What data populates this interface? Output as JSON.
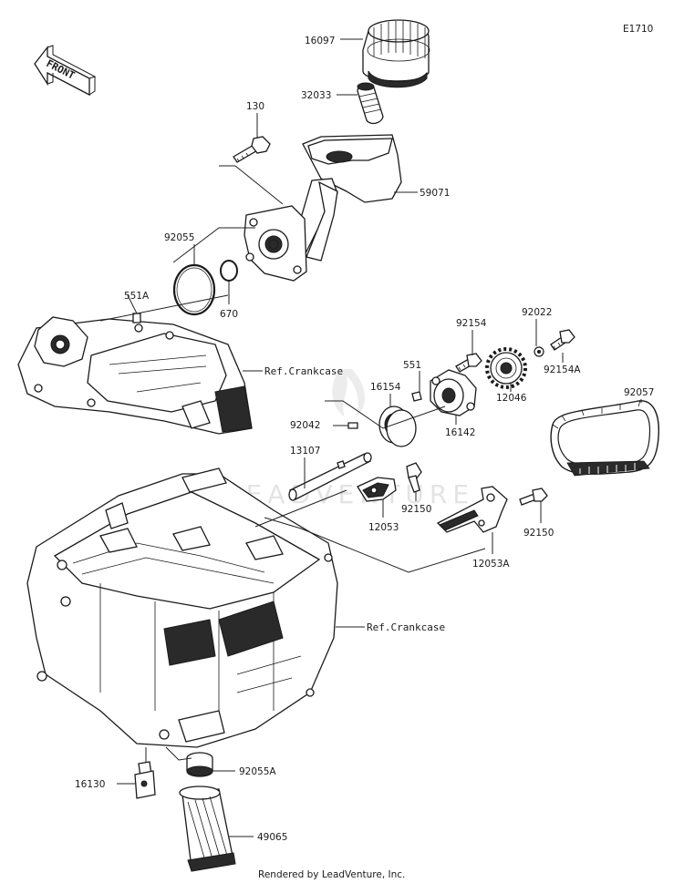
{
  "diagram": {
    "code": "E1710",
    "front_label": "FRONT",
    "watermark": "LEADVENTURE",
    "credit": "Rendered by LeadVenture, Inc.",
    "parts": [
      {
        "id": "p16097",
        "label": "16097"
      },
      {
        "id": "p32033",
        "label": "32033"
      },
      {
        "id": "p130",
        "label": "130"
      },
      {
        "id": "p59071",
        "label": "59071"
      },
      {
        "id": "p92055",
        "label": "92055"
      },
      {
        "id": "p551A",
        "label": "551A"
      },
      {
        "id": "p670",
        "label": "670"
      },
      {
        "id": "pRef1",
        "label": "Ref.Crankcase"
      },
      {
        "id": "p92154",
        "label": "92154"
      },
      {
        "id": "p92022",
        "label": "92022"
      },
      {
        "id": "p551",
        "label": "551"
      },
      {
        "id": "p92154A",
        "label": "92154A"
      },
      {
        "id": "p16154",
        "label": "16154"
      },
      {
        "id": "p12046",
        "label": "12046"
      },
      {
        "id": "p92057",
        "label": "92057"
      },
      {
        "id": "p92042",
        "label": "92042"
      },
      {
        "id": "p16142",
        "label": "16142"
      },
      {
        "id": "p13107",
        "label": "13107"
      },
      {
        "id": "p92150a",
        "label": "92150"
      },
      {
        "id": "p12053",
        "label": "12053"
      },
      {
        "id": "p92150b",
        "label": "92150"
      },
      {
        "id": "p12053A",
        "label": "12053A"
      },
      {
        "id": "pRef2",
        "label": "Ref.Crankcase"
      },
      {
        "id": "p92055A",
        "label": "92055A"
      },
      {
        "id": "p16130",
        "label": "16130"
      },
      {
        "id": "p49065",
        "label": "49065"
      }
    ]
  }
}
